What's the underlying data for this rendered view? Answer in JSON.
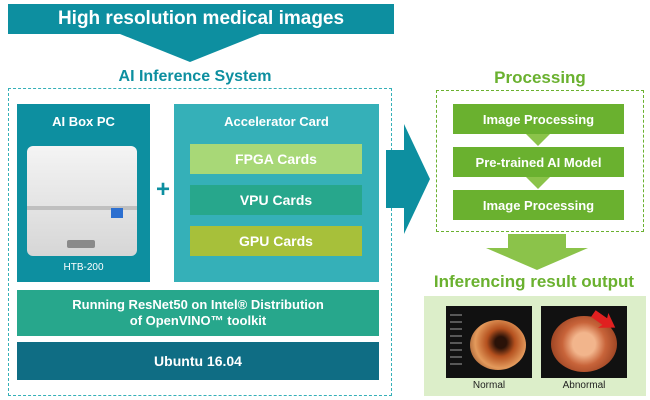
{
  "banner": {
    "title": "High resolution medical images"
  },
  "ai_system": {
    "title": "AI Inference System",
    "box_pc": {
      "title": "AI Box PC",
      "model": "HTB-200"
    },
    "plus": "+",
    "accelerator": {
      "title": "Accelerator Card",
      "cards": [
        "FPGA Cards",
        "VPU Cards",
        "GPU Cards"
      ]
    },
    "resnet_line1": "Running ResNet50 on Intel® Distribution",
    "resnet_line2": "of OpenVINO™ toolkit",
    "os": "Ubuntu 16.04"
  },
  "processing": {
    "title": "Processing",
    "steps": [
      "Image Processing",
      "Pre-trained AI Model",
      "Image Processing"
    ]
  },
  "output": {
    "title": "Inferencing result output",
    "labels": [
      "Normal",
      "Abnormal"
    ]
  },
  "colors": {
    "teal": "#0d8fa0",
    "teal_light": "#35b0b8",
    "green": "#6ab12f",
    "fpga": "#a8d877",
    "vpu": "#27a78c",
    "gpu": "#a7c03a",
    "dark_teal": "#0f6d84"
  }
}
